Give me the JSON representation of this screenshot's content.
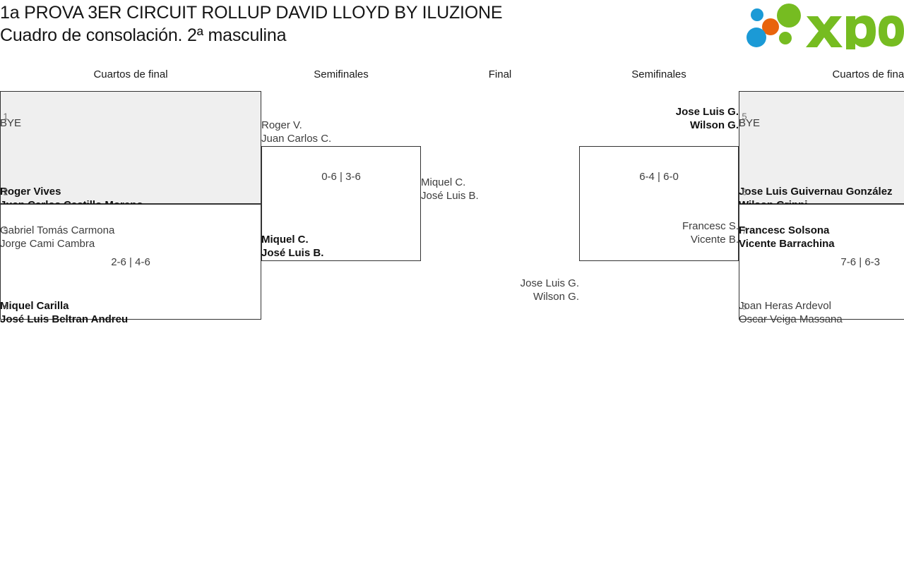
{
  "header": {
    "title_line1": "1a PROVA 3ER CIRCUIT ROLLUP DAVID LLOYD BY ILUZIONE",
    "title_line2": "Cuadro de consolación. 2ª masculina",
    "logo_text": "xporty",
    "logo_colors": {
      "green": "#76bc21",
      "blue": "#1b9ad6",
      "orange": "#e8640c"
    }
  },
  "rounds": [
    {
      "label": "Cuartos de final"
    },
    {
      "label": "Semifinales"
    },
    {
      "label": "Final"
    },
    {
      "label": "Semifinales"
    },
    {
      "label": "Cuartos de final"
    }
  ],
  "left_quarterfinals": [
    {
      "top": {
        "seed": "1",
        "line1": "BYE",
        "line2": "",
        "winner": false
      },
      "bottom": {
        "seed": "2",
        "line1": "Roger Vives",
        "line2": "Juan Carlos Castillo Moreno",
        "winner": true
      },
      "score": ""
    },
    {
      "top": {
        "seed": "3",
        "line1": "Gabriel Tomás Carmona",
        "line2": "Jorge Cami Cambra",
        "winner": false
      },
      "bottom": {
        "seed": "4",
        "line1": "Miquel Carilla",
        "line2": "José Luis Beltran Andreu",
        "winner": true
      },
      "score": "2-6 | 4-6"
    }
  ],
  "left_semifinal": {
    "top": {
      "line1": "Roger V.",
      "line2": "Juan Carlos C.",
      "winner": false
    },
    "bottom": {
      "line1": "Miquel C.",
      "line2": "José Luis B.",
      "winner": true
    },
    "score": "0-6 | 3-6"
  },
  "final": {
    "left": {
      "line1": "Miquel C.",
      "line2": "José Luis B.",
      "winner": false
    },
    "right": {
      "line1": "Jose Luis G.",
      "line2": "Wilson G.",
      "winner": false
    },
    "score": ""
  },
  "right_semifinal": {
    "top": {
      "line1": "Jose Luis G.",
      "line2": "Wilson G.",
      "winner": true
    },
    "bottom": {
      "line1": "Francesc S.",
      "line2": "Vicente B.",
      "winner": false
    },
    "score": "6-4 | 6-0"
  },
  "right_quarterfinals": [
    {
      "top": {
        "seed": "5",
        "line1": "BYE",
        "line2": "",
        "winner": false
      },
      "bottom": {
        "seed": "6",
        "line1": "Jose Luis Guivernau González",
        "line2": "Wilson Grippi",
        "winner": true
      },
      "score": ""
    },
    {
      "top": {
        "seed": "7",
        "line1": "Francesc Solsona",
        "line2": "Vicente Barrachina",
        "winner": true
      },
      "bottom": {
        "seed": "8",
        "line1": "Joan Heras Ardevol",
        "line2": "Oscar Veiga Massana",
        "winner": false
      },
      "score": "7-6 | 6-3"
    }
  ]
}
